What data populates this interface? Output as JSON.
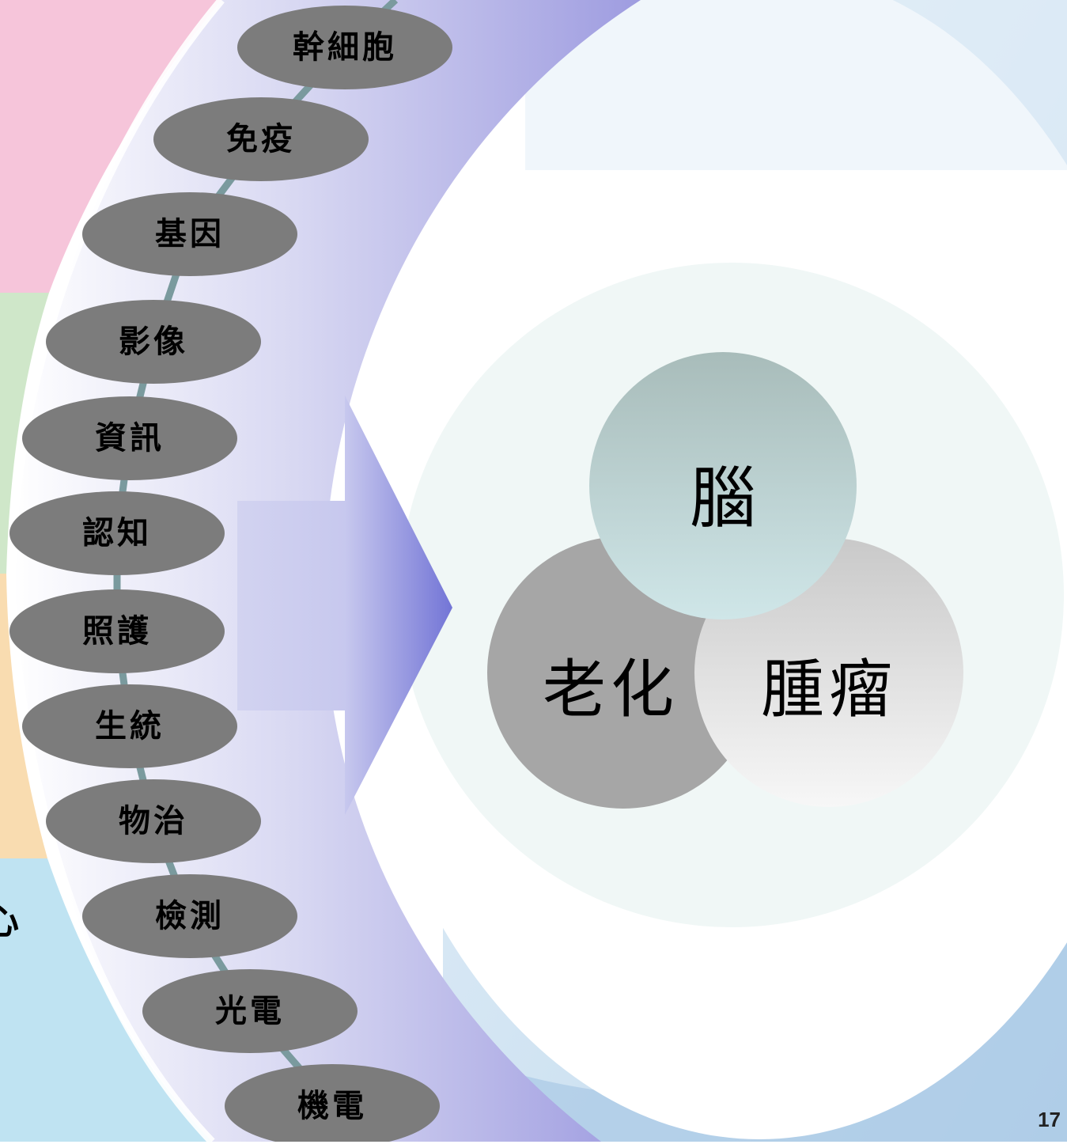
{
  "left_band_fragment": "心",
  "fields": [
    "幹細胞",
    "免疫",
    "基因",
    "影像",
    "資訊",
    "認知",
    "照護",
    "生統",
    "物治",
    "檢測",
    "光電",
    "機電"
  ],
  "focus_areas": {
    "top": "腦",
    "bottom_left": "老化",
    "bottom_right": "腫瘤"
  },
  "page_number": "17",
  "colors": {
    "band_pink": "#f5c6da",
    "band_green": "#cde8c8",
    "band_orange": "#f8ddb0",
    "band_blue": "#bfe3f1",
    "arc_purple": "#a9a8e4",
    "pill_gray": "#7c7c7c",
    "connector": "#7a9a9e",
    "circle_brain": "#b8d0d2",
    "circle_aging": "#a4a4a4",
    "circle_tumor": "#e6e6e6",
    "arrow": "#8a8ad8"
  }
}
